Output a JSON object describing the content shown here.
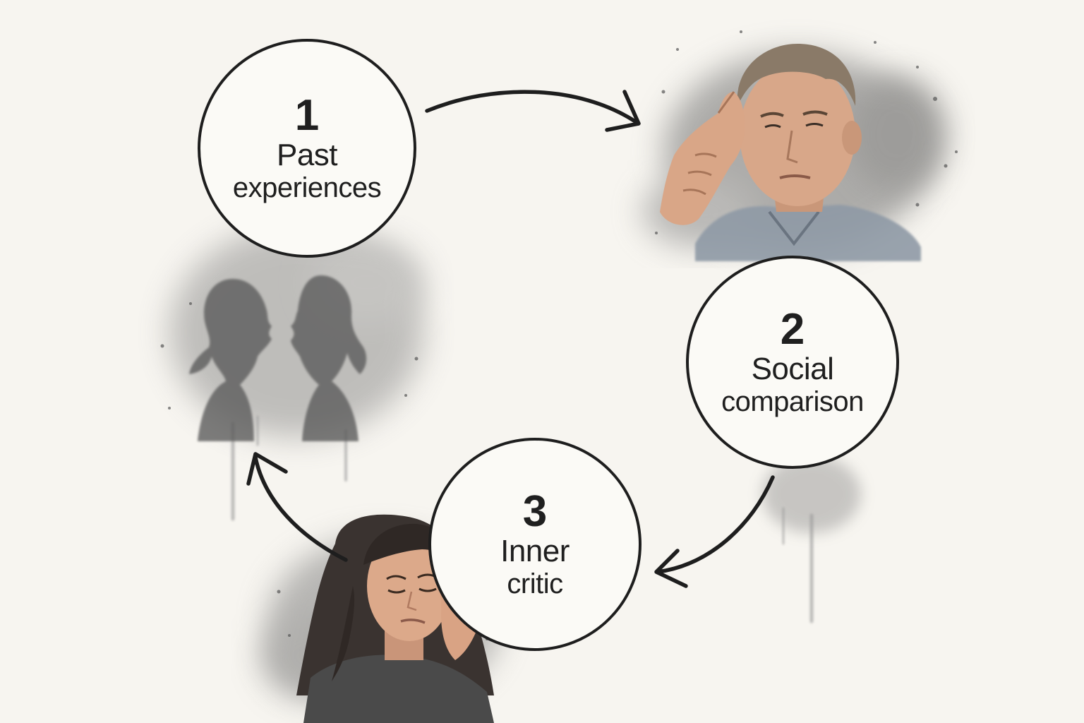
{
  "steps": [
    {
      "number": "1",
      "line1": "Past",
      "line2": "experiences"
    },
    {
      "number": "2",
      "line1": "Social",
      "line2": "comparison"
    },
    {
      "number": "3",
      "line1": "Inner",
      "line2": "critic"
    }
  ],
  "colors": {
    "background": "#f7f5f0",
    "ink": "#1e1e1e",
    "wash": "#7d7d7d",
    "skin": "#d9a888",
    "shirt": "#8a95a0"
  },
  "illustrations": [
    "two-silhouettes-facing-illustration",
    "thoughtful-man-hand-on-temple-illustration",
    "distressed-woman-hand-on-head-illustration"
  ]
}
